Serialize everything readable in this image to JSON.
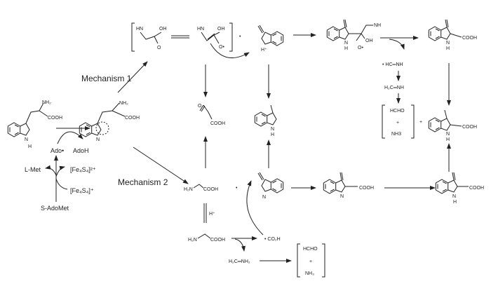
{
  "labels": {
    "mechanism1": "Mechanism 1",
    "mechanism2": "Mechanism 2",
    "ado_radical": "Ado•",
    "adoh": "AdoH",
    "lmet": "L-Met",
    "fe4s4_2plus": "[Fe₄S₄]²⁺",
    "fe4s4_plus": "[Fe₄S₄]⁺",
    "sadomet": "S-AdoMet",
    "nh2": "NH₂",
    "cooh": "COOH",
    "nh": "N",
    "h": "H",
    "hn_minus": "HN",
    "oh": "OH",
    "o": "O",
    "o_radical": "O•",
    "plus_dot": "•",
    "nh_plus": "H⁺",
    "nh_imine": "NH",
    "hc_nh_radical": "• HC═NH",
    "h2c_nh": "H₂C═NH",
    "hcho": "HCHO",
    "plus": "+",
    "nh3_top": "NH3",
    "nh3_bottom": "NH₃",
    "h2n": "H₂N",
    "h_plus": "H⁺",
    "co2h_radical": "• CO₂H",
    "h2c_nh2": "H₂C═NH₂",
    "n_radical": "N"
  }
}
